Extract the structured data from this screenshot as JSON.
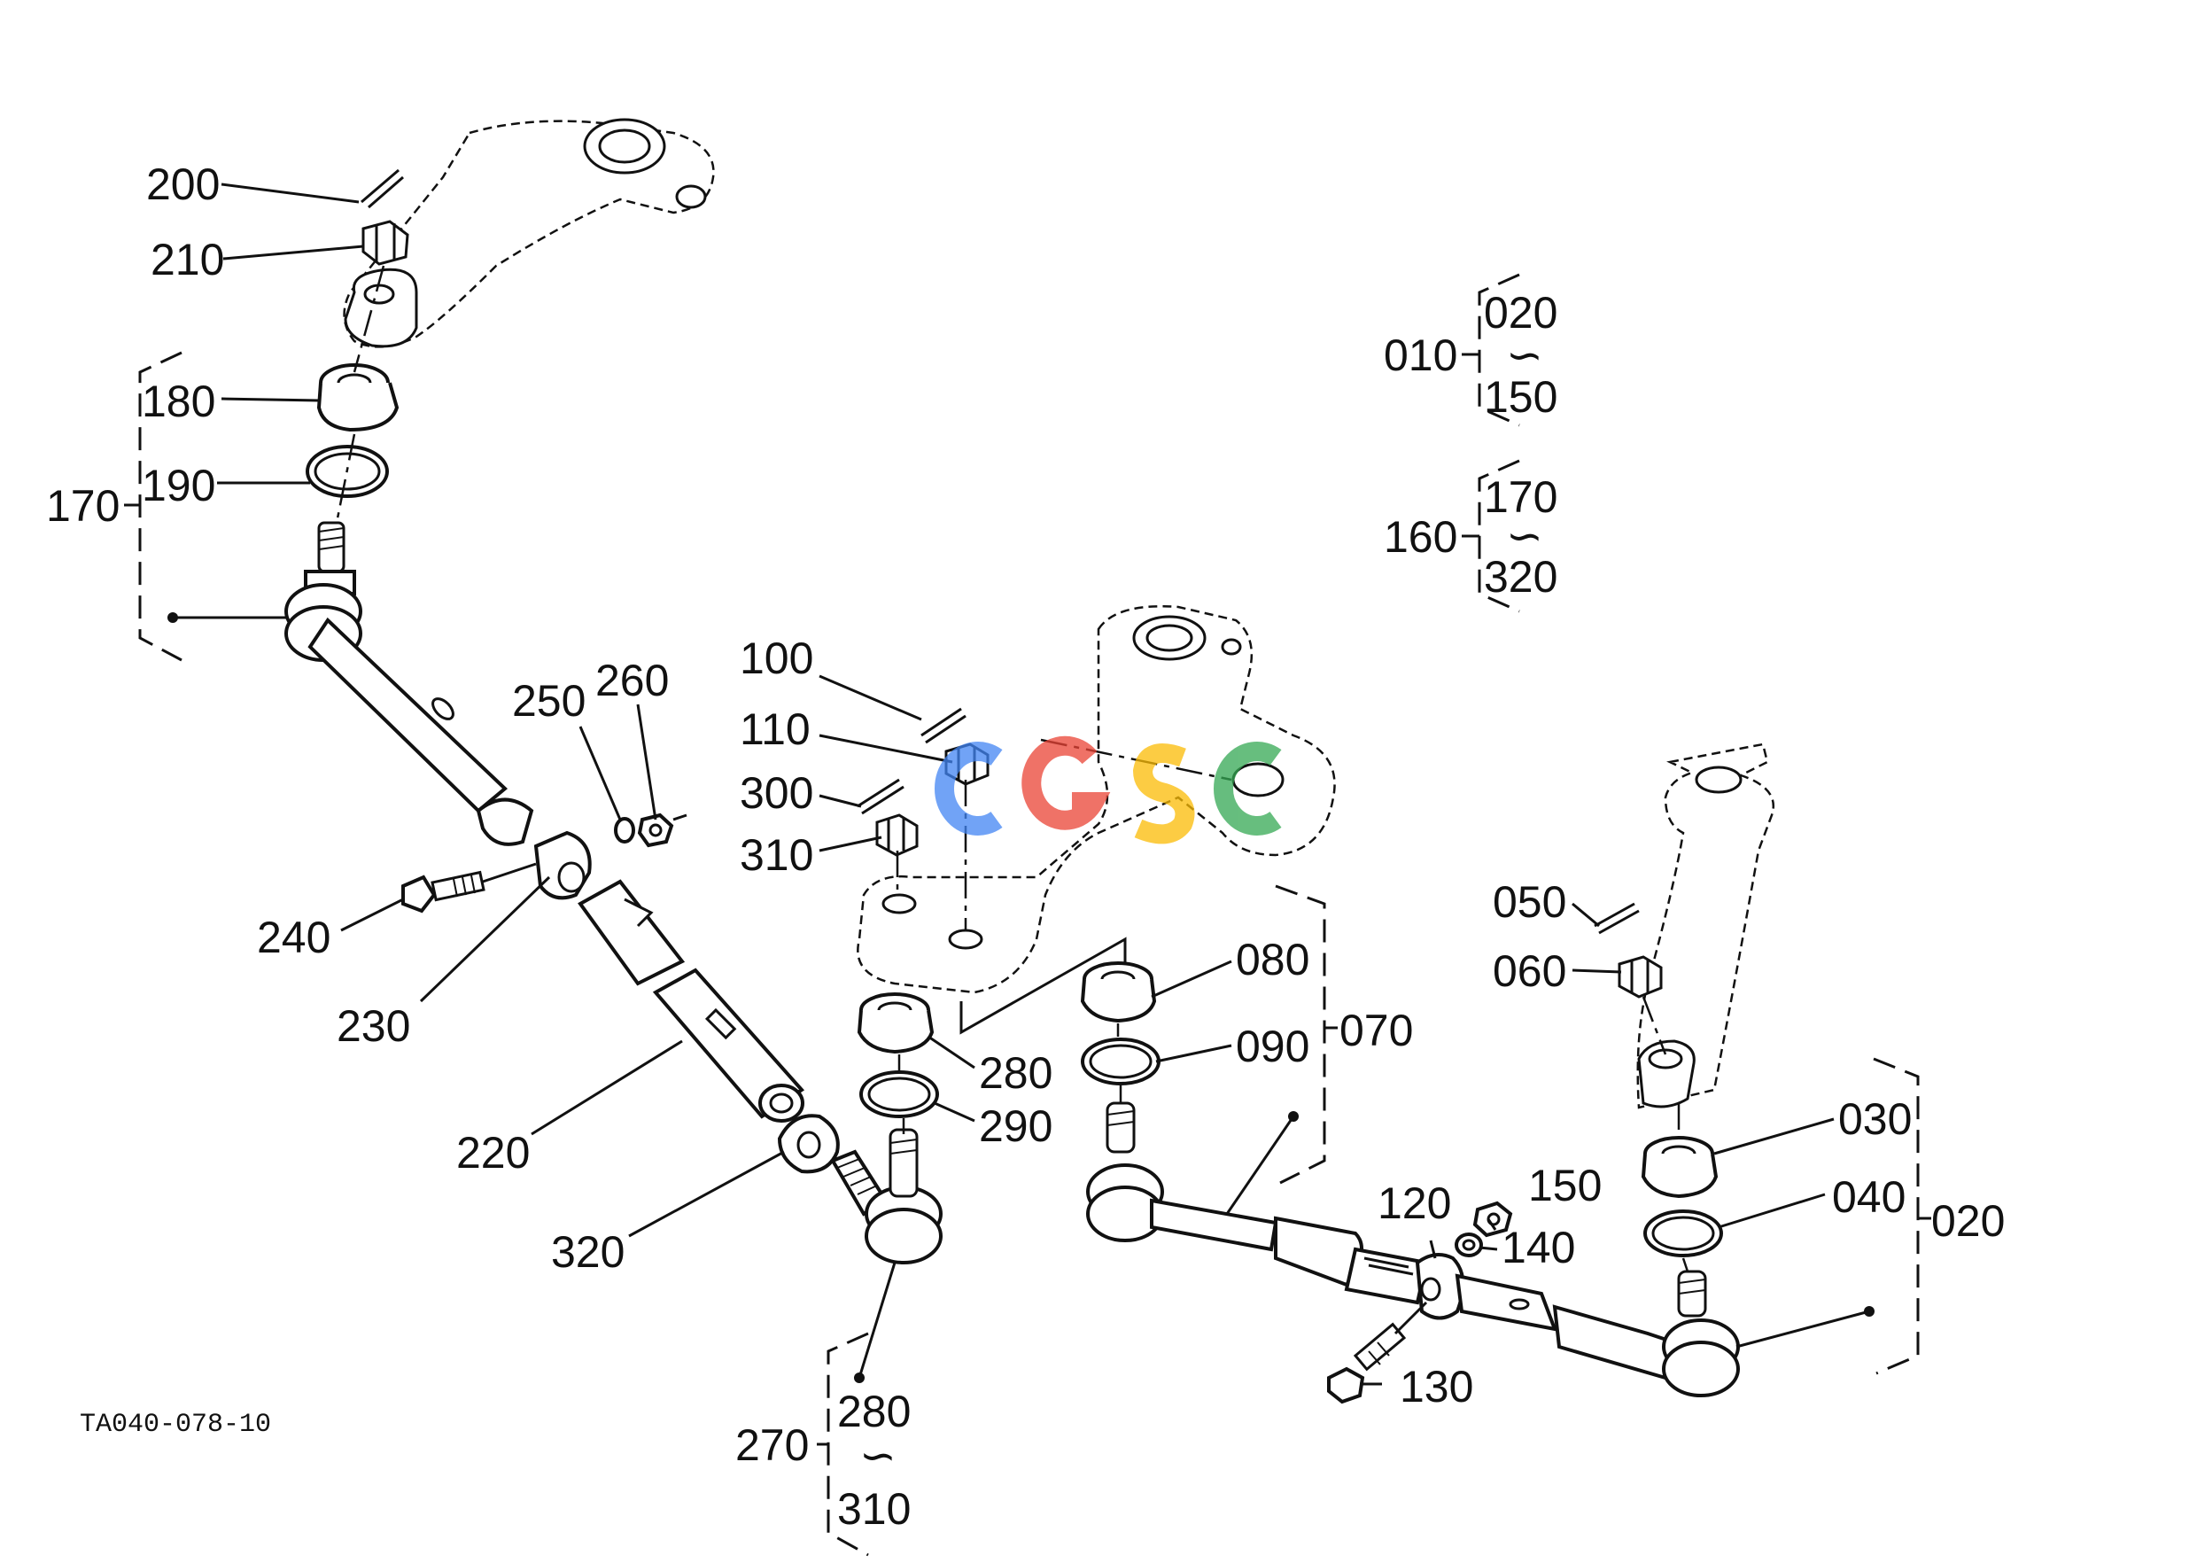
{
  "drawing_code": "TA040-078-10",
  "watermark": {
    "text": "CGSC",
    "colors": {
      "C1": "#4285f4",
      "G": "#ea4335",
      "S": "#fbbc05",
      "C2": "#34a853"
    }
  },
  "callouts": {
    "c200": "200",
    "c210": "210",
    "c180": "180",
    "c190": "190",
    "c170": "170",
    "c250": "250",
    "c260": "260",
    "c240": "240",
    "c230": "230",
    "c220": "220",
    "c320": "320",
    "c100": "100",
    "c110": "110",
    "c300": "300",
    "c310": "310",
    "c280": "280",
    "c290": "290",
    "c080": "080",
    "c090": "090",
    "c070": "070",
    "c050": "050",
    "c060": "060",
    "c030": "030",
    "c040": "040",
    "c020": "020",
    "c120": "120",
    "c150": "150",
    "c140": "140",
    "c130": "130"
  },
  "groups": {
    "g010": {
      "parent": "010",
      "from": "020",
      "to": "150"
    },
    "g160": {
      "parent": "160",
      "from": "170",
      "to": "320"
    },
    "g270": {
      "parent": "270",
      "from": "280",
      "to": "310"
    }
  },
  "range_symbol": "∽"
}
